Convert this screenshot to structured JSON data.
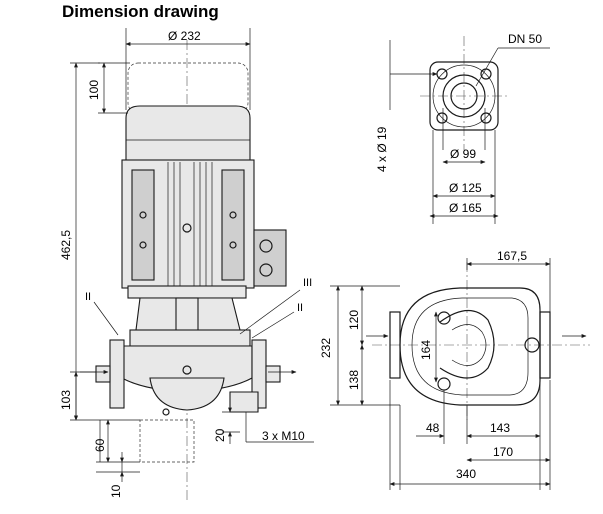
{
  "title": "Dimension drawing",
  "labels": {
    "motor_diameter": "Ø 232",
    "motor_top_height": "100",
    "overall_height": "462,5",
    "flange_height": "103",
    "base_height": "60",
    "base_offset": "10",
    "foot_height": "20",
    "foot_holes": "3 x M10",
    "callout_II_left": "II",
    "callout_III": "III",
    "callout_II_right": "II",
    "flange_nominal": "DN 50",
    "flange_bolts": "4 x Ø 19",
    "flange_d1": "Ø 99",
    "flange_d2": "Ø 125",
    "flange_d3": "Ø 165",
    "top_167": "167,5",
    "height_232": "232",
    "height_120": "120",
    "height_164": "164",
    "height_138": "138",
    "width_48": "48",
    "width_143": "143",
    "width_170": "170",
    "width_340": "340"
  }
}
